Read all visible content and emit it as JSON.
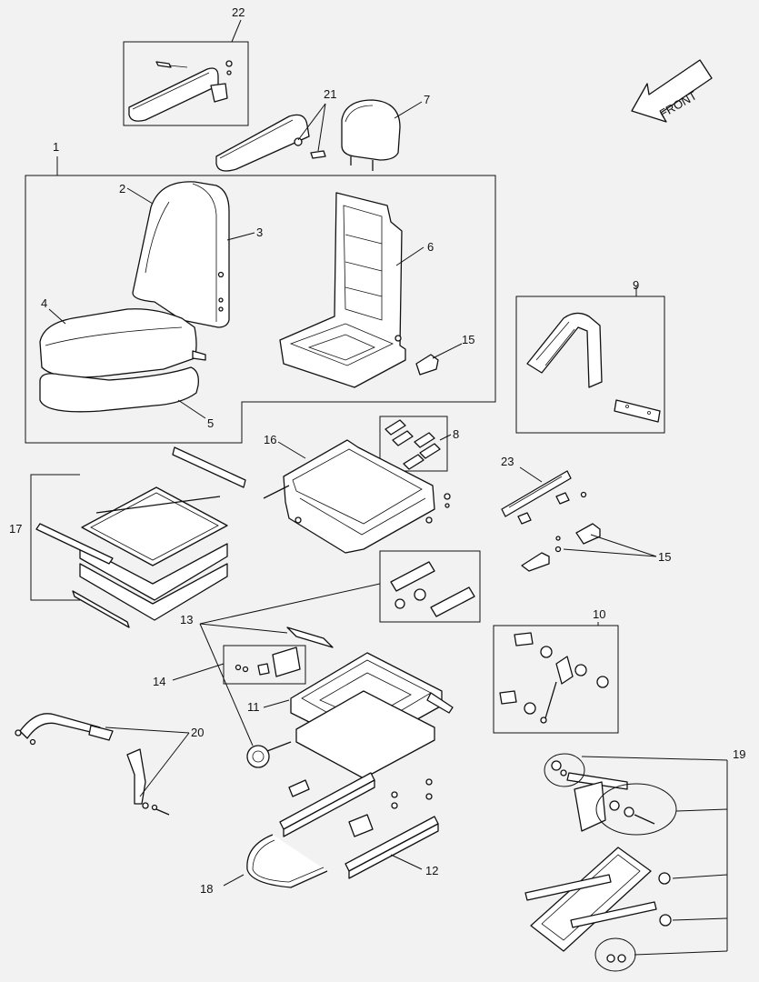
{
  "front_label": "FRONT",
  "callouts": [
    {
      "id": "c1",
      "text": "1"
    },
    {
      "id": "c2",
      "text": "2"
    },
    {
      "id": "c3",
      "text": "3"
    },
    {
      "id": "c4",
      "text": "4"
    },
    {
      "id": "c5",
      "text": "5"
    },
    {
      "id": "c6",
      "text": "6"
    },
    {
      "id": "c7",
      "text": "7"
    },
    {
      "id": "c8",
      "text": "8"
    },
    {
      "id": "c9",
      "text": "9"
    },
    {
      "id": "c10",
      "text": "10"
    },
    {
      "id": "c11",
      "text": "11"
    },
    {
      "id": "c12",
      "text": "12"
    },
    {
      "id": "c13",
      "text": "13"
    },
    {
      "id": "c14",
      "text": "14"
    },
    {
      "id": "c15a",
      "text": "15"
    },
    {
      "id": "c15b",
      "text": "15"
    },
    {
      "id": "c16",
      "text": "16"
    },
    {
      "id": "c17",
      "text": "17"
    },
    {
      "id": "c18",
      "text": "18"
    },
    {
      "id": "c19",
      "text": "19"
    },
    {
      "id": "c20",
      "text": "20"
    },
    {
      "id": "c21",
      "text": "21"
    },
    {
      "id": "c22",
      "text": "22"
    },
    {
      "id": "c23",
      "text": "23"
    }
  ]
}
